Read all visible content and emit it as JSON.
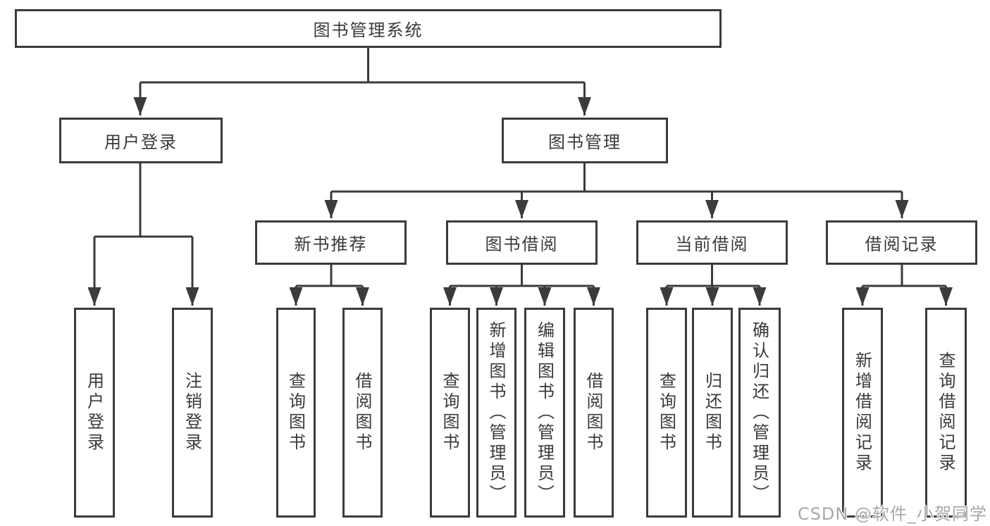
{
  "diagram": {
    "type": "hierarchy",
    "root": {
      "label": "图书管理系统"
    },
    "branches": [
      {
        "label": "用户登录",
        "children": [
          {
            "label": "用户登录"
          },
          {
            "label": "注销登录"
          }
        ]
      },
      {
        "label": "图书管理",
        "children": [
          {
            "label": "新书推荐",
            "children": [
              {
                "label": "查询图书"
              },
              {
                "label": "借阅图书"
              }
            ]
          },
          {
            "label": "图书借阅",
            "children": [
              {
                "label": "查询图书"
              },
              {
                "label": "新增图书（管理员）"
              },
              {
                "label": "编辑图书（管理员）"
              },
              {
                "label": "借阅图书"
              }
            ]
          },
          {
            "label": "当前借阅",
            "children": [
              {
                "label": "查询图书"
              },
              {
                "label": "归还图书"
              },
              {
                "label": "确认归还（管理员）"
              }
            ]
          },
          {
            "label": "借阅记录",
            "children": [
              {
                "label": "新增借阅记录"
              },
              {
                "label": "查询借阅记录"
              }
            ]
          }
        ]
      }
    ]
  },
  "watermark": {
    "text": "CSDN @软件_小贺同学"
  },
  "colors": {
    "line": "#3b3b3b",
    "text": "#3a3a3a",
    "box_fill": "#ffffff",
    "watermark": "#a8a8a8",
    "background": "#ffffff"
  }
}
